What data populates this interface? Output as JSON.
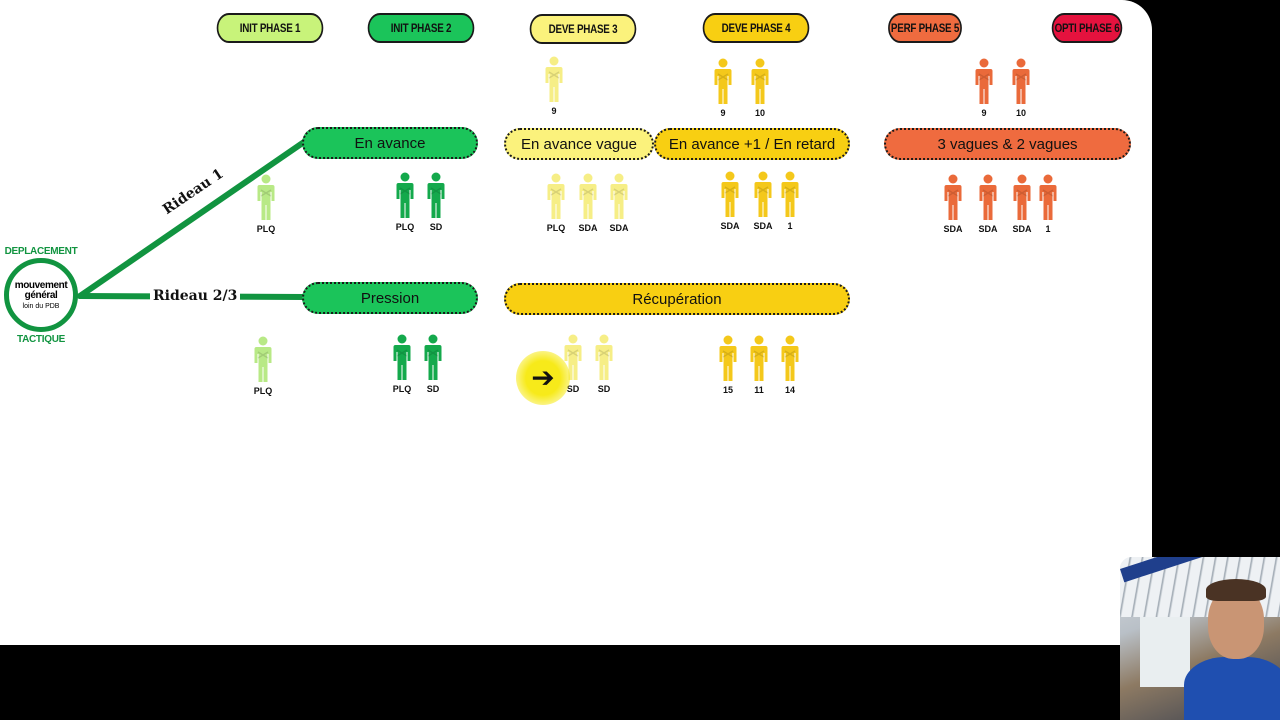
{
  "colors": {
    "phase1": "#c8f37a",
    "phase2": "#1bc45a",
    "phase3": "#fbf27c",
    "phase4": "#f8cf12",
    "phase5": "#ef6b3f",
    "phase6": "#e5123e",
    "figure_light_green": "#b8e986",
    "figure_green": "#14a94c",
    "figure_light_yellow": "#f6ee86",
    "figure_yellow": "#f4c81b",
    "figure_orange": "#ea6a3a",
    "line_green": "#119440"
  },
  "phases": [
    {
      "label": "INIT PHASE 1",
      "color": "#c8f37a"
    },
    {
      "label": "INIT PHASE 2",
      "color": "#1bc45a"
    },
    {
      "label": "DEVE PHASE 3",
      "color": "#fbf27c"
    },
    {
      "label": "DEVE PHASE 4",
      "color": "#f8cf12"
    },
    {
      "label": "PERF PHASE 5",
      "color": "#ef6b3f"
    },
    {
      "label": "OPTI PHASE 6",
      "color": "#e5123e"
    }
  ],
  "hub": {
    "top_label": "DEPLACEMENT",
    "main_label": "mouvement général",
    "sub_label": "loin du PDB",
    "bottom_label": "TACTIQUE"
  },
  "branches": {
    "rideau1": "Rideau 1",
    "rideau23": "Rideau 2/3"
  },
  "actions": {
    "en_avance": "En avance",
    "en_avance_vague": "En avance vague",
    "en_avance_plus_un": "En avance +1 / En retard",
    "vagues": "3 vagues & 2 vagues",
    "pression": "Pression",
    "recuperation": "Récupération"
  },
  "figures": {
    "p3_top": [
      "9"
    ],
    "p4_top": [
      "9",
      "10"
    ],
    "p5_top": [
      "9",
      "10"
    ],
    "r1_p1": [
      "PLQ"
    ],
    "r1_p2": [
      "PLQ",
      "SD"
    ],
    "r1_p3": [
      "PLQ",
      "SDA",
      "SDA"
    ],
    "r1_p4": [
      "SDA",
      "SDA",
      "1"
    ],
    "r1_p5": [
      "SDA",
      "SDA",
      "SDA",
      "1"
    ],
    "r2_p1": [
      "PLQ"
    ],
    "r2_p2": [
      "PLQ",
      "SD"
    ],
    "r2_p3": [
      "SD",
      "SD"
    ],
    "r2_p4": [
      "15",
      "11",
      "14"
    ]
  },
  "cursor": {
    "icon": "arrow-right-icon",
    "glyph": "➔"
  },
  "webcam": {
    "icon": "presenter-video-feed"
  }
}
